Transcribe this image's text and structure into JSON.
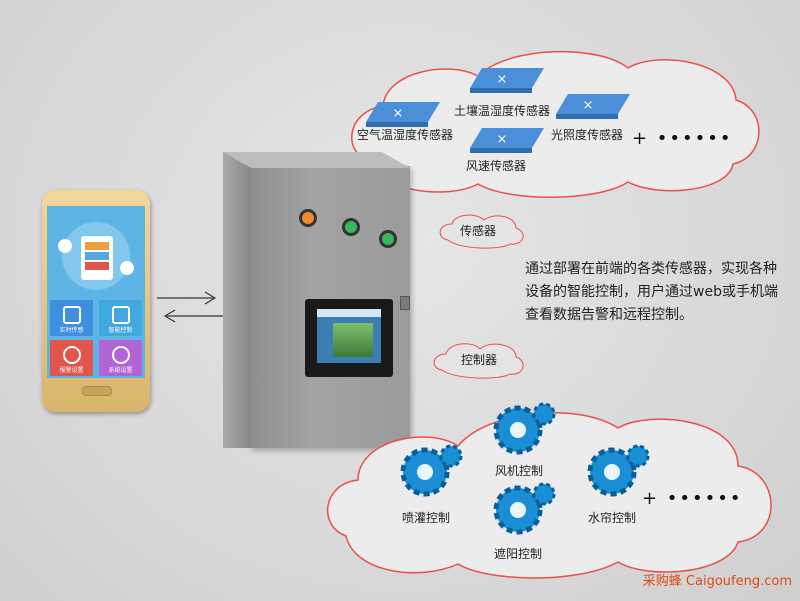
{
  "sensors": {
    "items": [
      {
        "label": "空气温湿度传感器"
      },
      {
        "label": "土壤温湿度传感器"
      },
      {
        "label": "光照度传感器"
      },
      {
        "label": "风速传感器"
      }
    ],
    "more": "+ ••••••"
  },
  "labels": {
    "sensor": "传感器",
    "controller": "控制器"
  },
  "description": "通过部署在前端的各类传感器，实现各种设备的智能控制，用户通过web或手机端查看数据告警和远程控制。",
  "controls": {
    "items": [
      {
        "label": "风机控制"
      },
      {
        "label": "喷灌控制"
      },
      {
        "label": "水帘控制"
      },
      {
        "label": "遮阳控制"
      }
    ],
    "more": "+ ••••••"
  },
  "phone": {
    "tiles": [
      {
        "label": "实时传感",
        "color": "#3f8ee0"
      },
      {
        "label": "智能控制",
        "color": "#41a8df"
      },
      {
        "label": "报警设置",
        "color": "#e2554a"
      },
      {
        "label": "系统设置",
        "color": "#b264d6"
      }
    ]
  },
  "lamps": [
    "#f08a2a",
    "#38b75a",
    "#38b75a"
  ],
  "brand": "采购蜂 Caigoufeng.com"
}
